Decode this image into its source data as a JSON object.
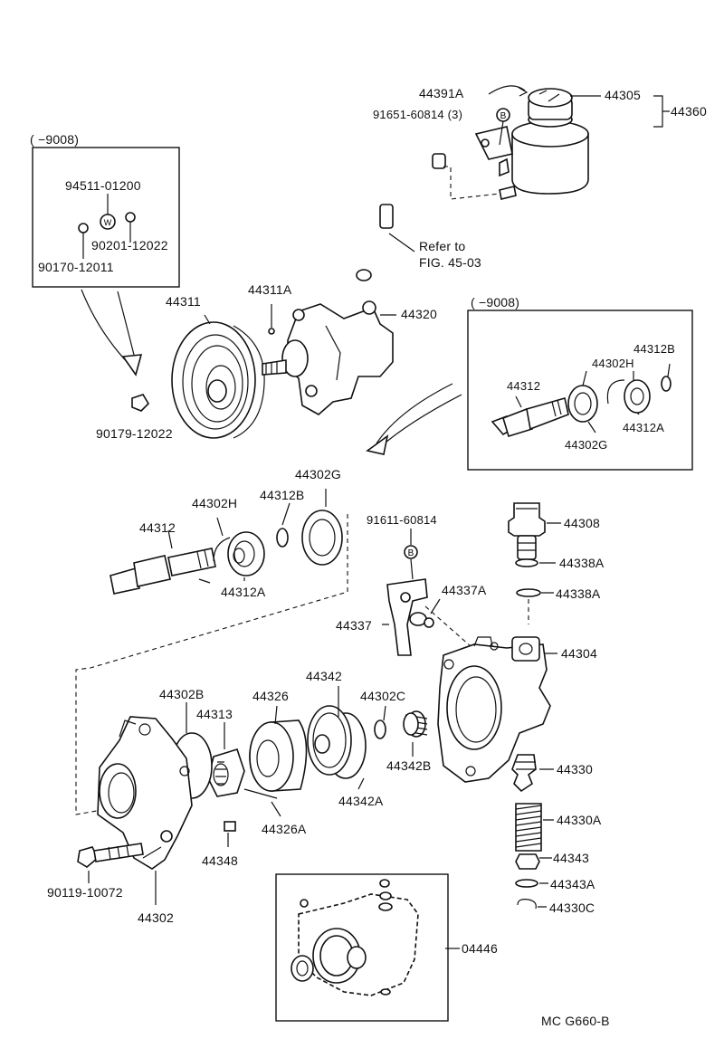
{
  "page": {
    "figure_code": "MC  G660-B"
  },
  "top_inset": {
    "range_label": "(        −9008)",
    "badge": "W",
    "labels": {
      "p94511_01200": "94511-01200",
      "p90201_12022": "90201-12022",
      "p90170_12011": "90170-12011"
    }
  },
  "shaft_inset": {
    "range_label": "(        −9008)",
    "labels": {
      "p44312": "44312",
      "p44302H": "44302H",
      "p44312B": "44312B",
      "p44312A": "44312A",
      "p44302G": "44302G"
    }
  },
  "seal_kit": {
    "label": "04446"
  },
  "reference": {
    "line1": "Refer to",
    "line2": "FIG. 45-03"
  },
  "badges": {
    "b1": "B",
    "b2": "B"
  },
  "labels": {
    "p44391A": "44391A",
    "p44305": "44305",
    "p44360": "44360",
    "p91651": "91651-60814 (3)",
    "p44311A": "44311A",
    "p44311": "44311",
    "p44320": "44320",
    "p90179": "90179-12022",
    "p44302G": "44302G",
    "p44302H": "44302H",
    "p44312B": "44312B",
    "p44312": "44312",
    "p44312A": "44312A",
    "p91611": "91611-60814",
    "p44308": "44308",
    "p44338A_1": "44338A",
    "p44338A_2": "44338A",
    "p44337A": "44337A",
    "p44337": "44337",
    "p44304": "44304",
    "p44342": "44342",
    "p44302B": "44302B",
    "p44326": "44326",
    "p44313": "44313",
    "p44302C": "44302C",
    "p44342B": "44342B",
    "p44330": "44330",
    "p44342A": "44342A",
    "p44326A": "44326A",
    "p44330A": "44330A",
    "p44348": "44348",
    "p44343": "44343",
    "p44343A": "44343A",
    "p90119": "90119-10072",
    "p44330C": "44330C",
    "p44302": "44302"
  }
}
